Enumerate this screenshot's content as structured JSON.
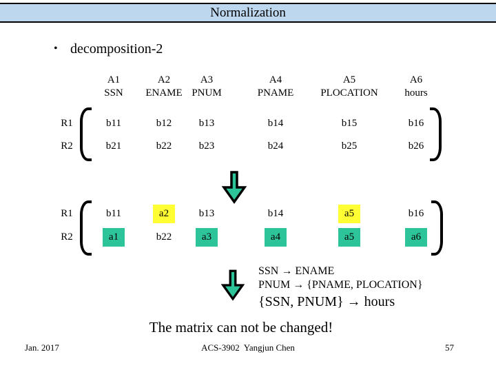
{
  "title": "Normalization",
  "bullet_glyph": "•",
  "bullet": "decomposition-2",
  "matrix1": {
    "headers": [
      {
        "attr": "A1",
        "name": "SSN"
      },
      {
        "attr": "A2",
        "name": "ENAME"
      },
      {
        "attr": "A3",
        "name": "PNUM"
      },
      {
        "attr": "A4",
        "name": "PNAME"
      },
      {
        "attr": "A5",
        "name": "PLOCATION"
      },
      {
        "attr": "A6",
        "name": "hours"
      }
    ],
    "rows": [
      {
        "label": "R1",
        "cells": [
          "b11",
          "b12",
          "b13",
          "b14",
          "b15",
          "b16"
        ]
      },
      {
        "label": "R2",
        "cells": [
          "b21",
          "b22",
          "b23",
          "b24",
          "b25",
          "b26"
        ]
      }
    ]
  },
  "matrix2": {
    "rows": [
      {
        "label": "R1",
        "cells": [
          {
            "text": "b11",
            "highlight": "none"
          },
          {
            "text": "a2",
            "highlight": "yellow"
          },
          {
            "text": "b13",
            "highlight": "none"
          },
          {
            "text": "b14",
            "highlight": "none"
          },
          {
            "text": "a5",
            "highlight": "yellow"
          },
          {
            "text": "b16",
            "highlight": "none"
          }
        ]
      },
      {
        "label": "R2",
        "cells": [
          {
            "text": "a1",
            "highlight": "green"
          },
          {
            "text": "b22",
            "highlight": "none"
          },
          {
            "text": "a3",
            "highlight": "green"
          },
          {
            "text": "a4",
            "highlight": "green"
          },
          {
            "text": "a5",
            "highlight": "green"
          },
          {
            "text": "a6",
            "highlight": "green"
          }
        ]
      }
    ]
  },
  "fds": {
    "line1": "SSN → ENAME",
    "line2": "PNUM → {PNAME, PLOCATION}",
    "line3": "{SSN, PNUM} → hours"
  },
  "note": "The matrix can not be changed!",
  "footer": {
    "date": "Jan. 2017",
    "credit": "ACS-3902  Yangjun Chen",
    "page": "57"
  },
  "colors": {
    "title_bar_bg": "#BDD7EE",
    "yellow_highlight": "#FFFF33",
    "green_highlight": "#2EC49A",
    "arrow_fill": "#2EC49A"
  }
}
